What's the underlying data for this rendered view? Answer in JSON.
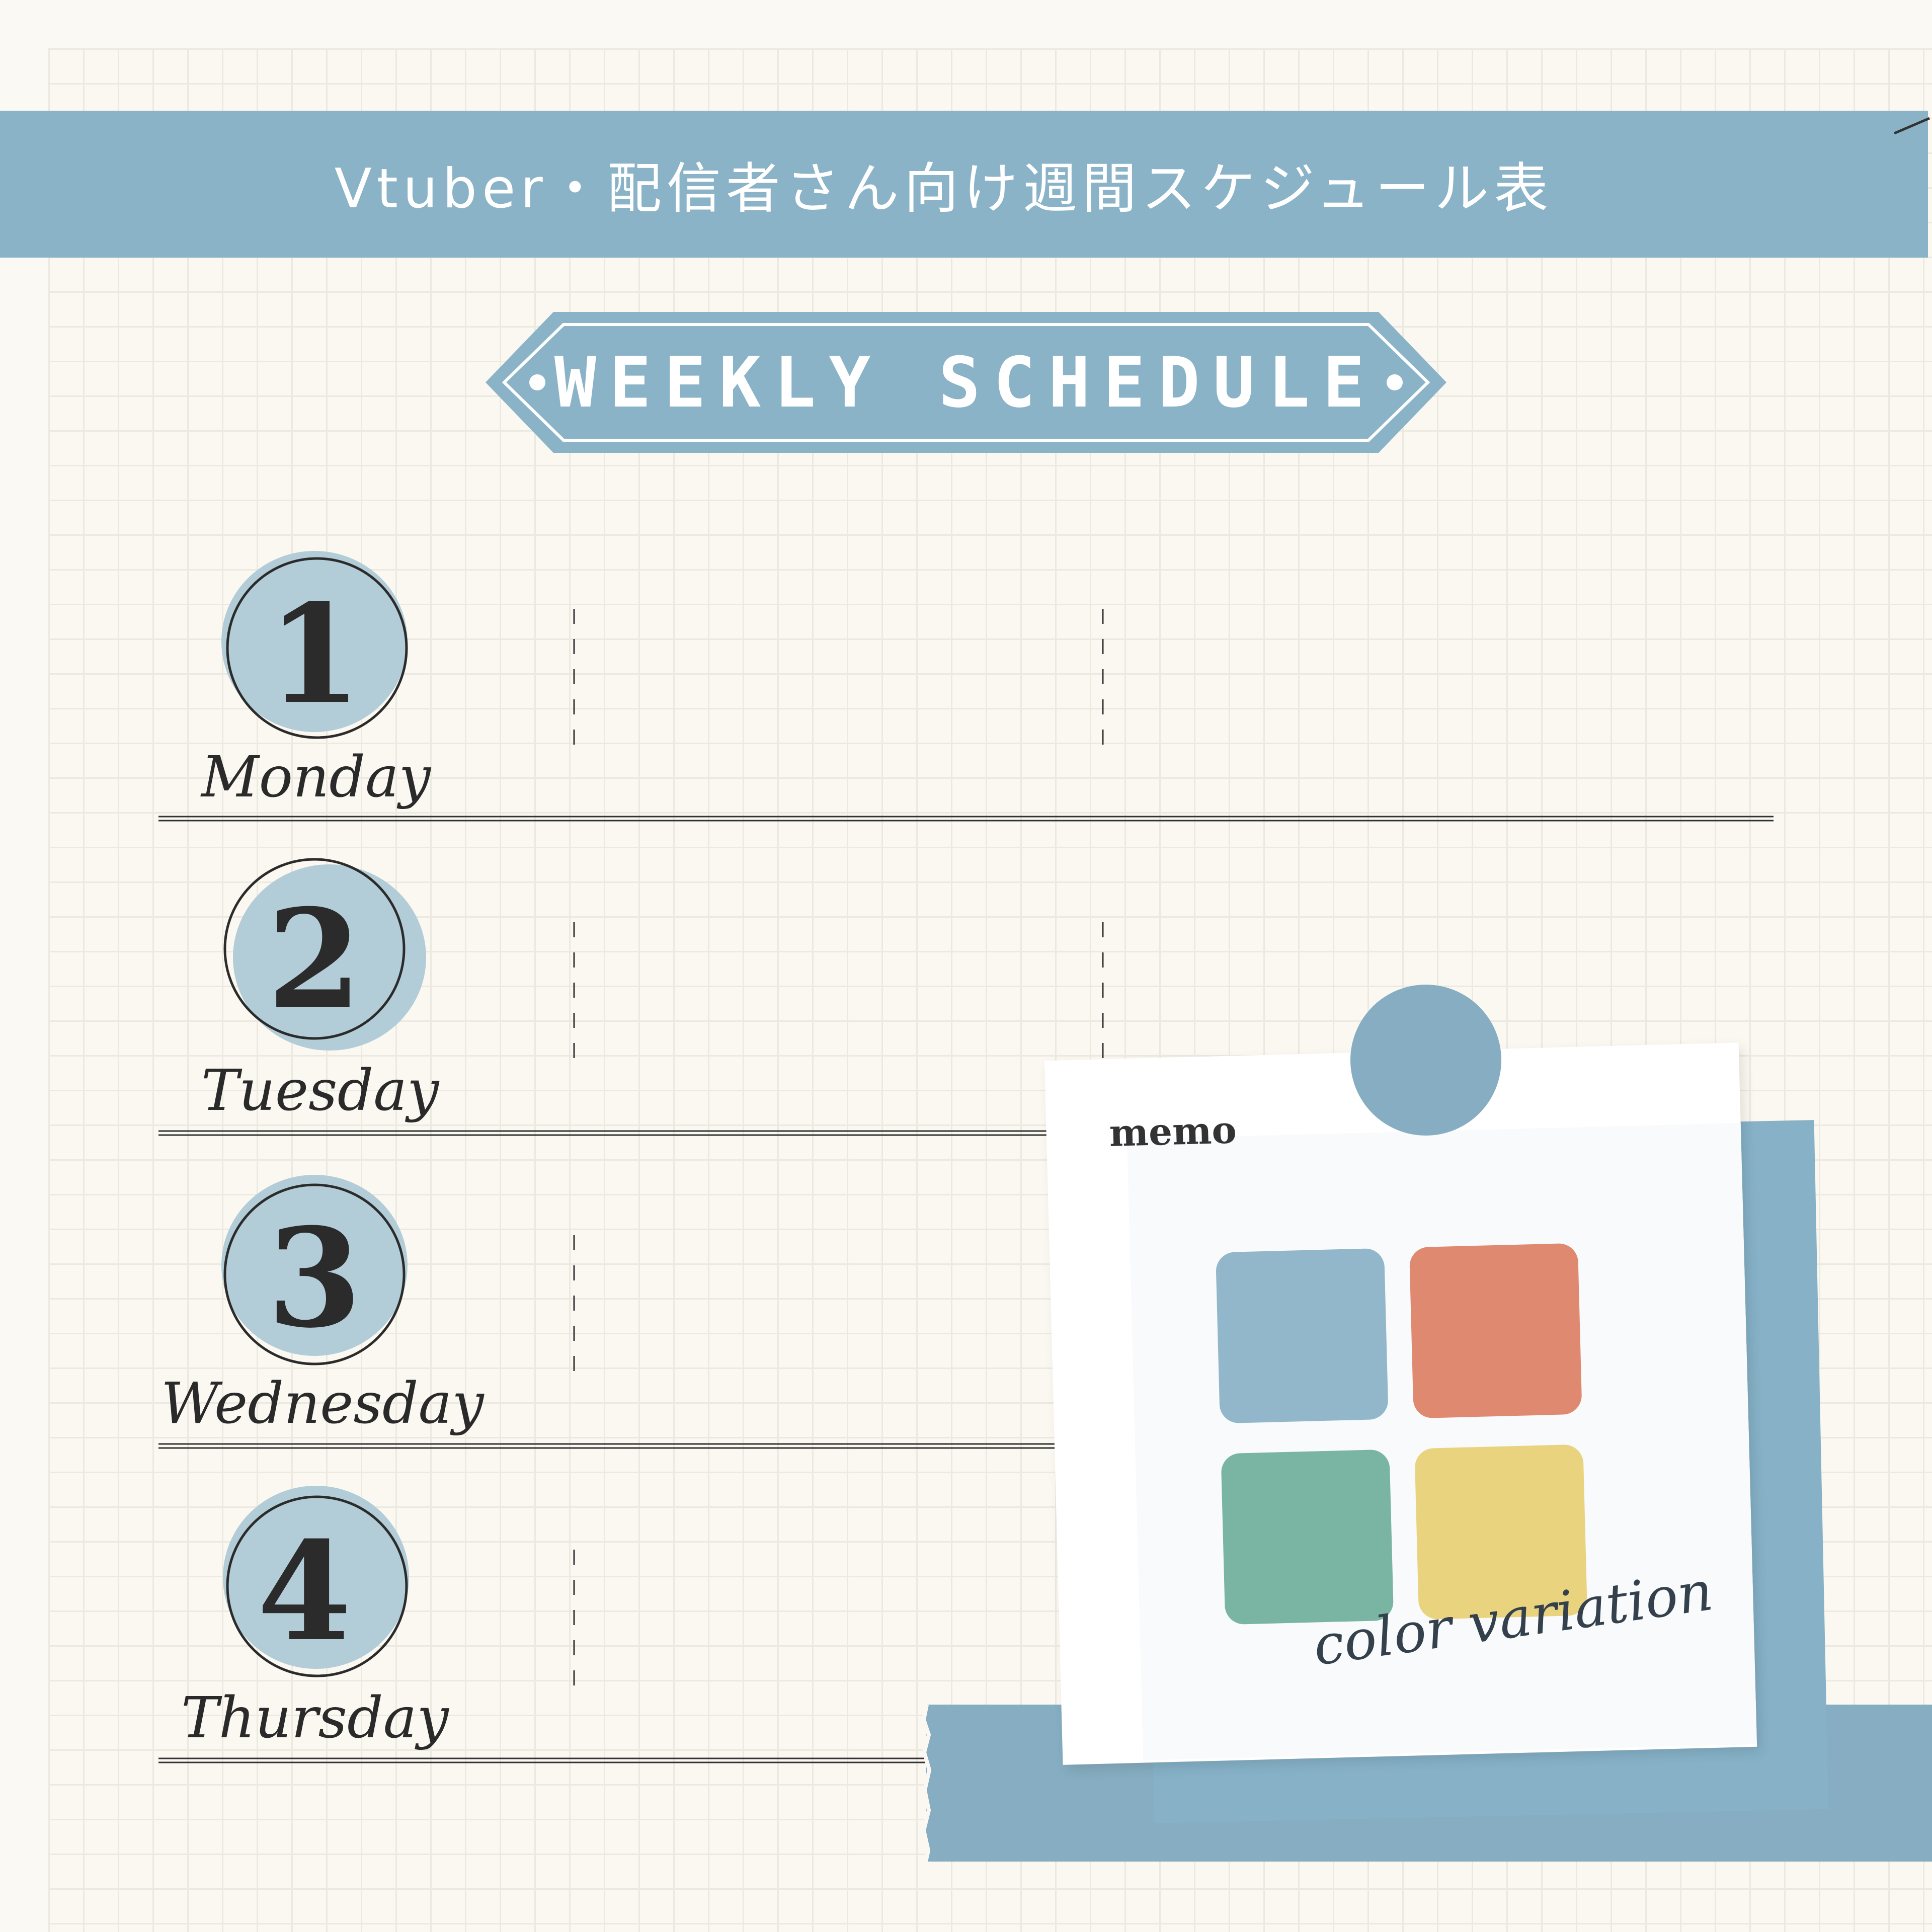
{
  "header": {
    "title": "Vtuber・配信者さん向け週間スケジュール表",
    "banner": "WEEKLY SCHEDULE"
  },
  "days": [
    {
      "number": "1",
      "name": "Monday"
    },
    {
      "number": "2",
      "name": "Tuesday"
    },
    {
      "number": "3",
      "name": "Wednesday"
    },
    {
      "number": "4",
      "name": "Thursday"
    }
  ],
  "memo": {
    "label": "memo",
    "caption": "color variation",
    "swatches": [
      "#92b7ca",
      "#df8a70",
      "#7ab5a3",
      "#ead37f"
    ]
  },
  "colors": {
    "accent": "#8ab3c8",
    "circle": "#b2cdd8",
    "ink": "#2b2b2b",
    "paper": "#fbf8f1"
  }
}
